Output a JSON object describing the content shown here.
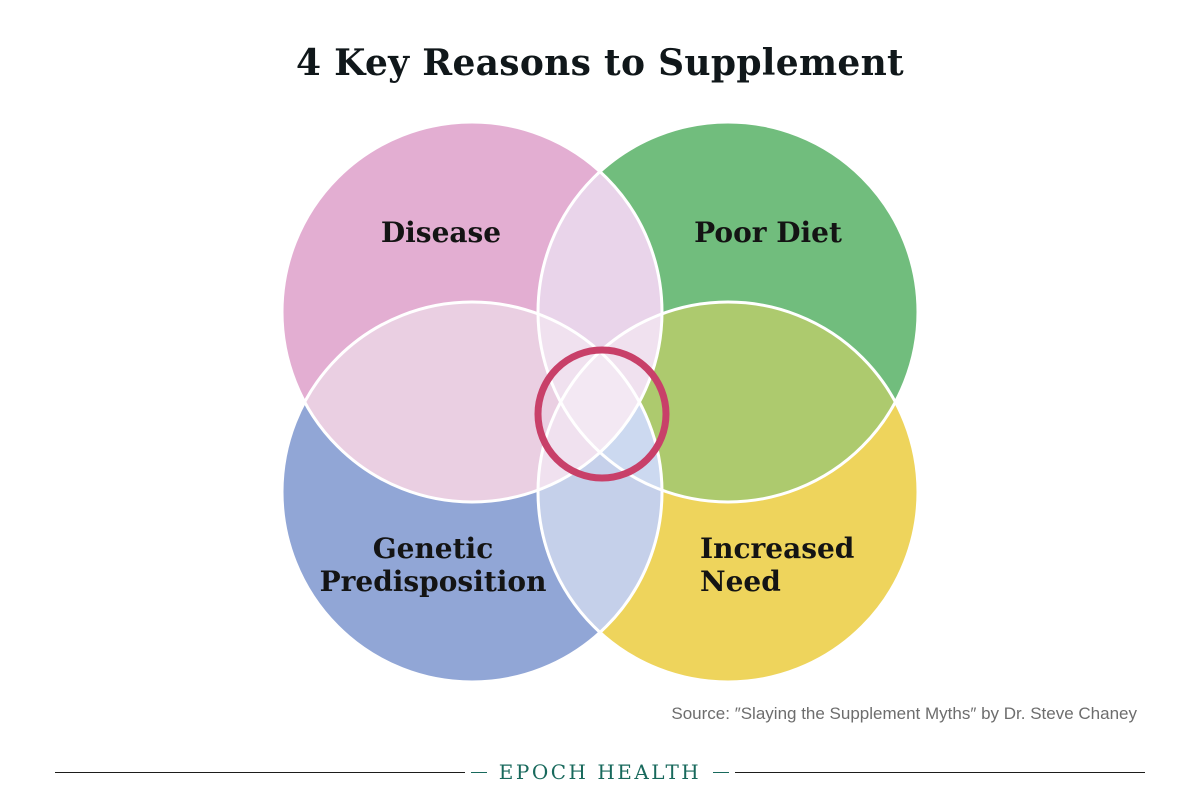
{
  "title": "4 Key Reasons to Supplement",
  "venn": {
    "labels": {
      "disease": "Disease",
      "poor_diet": "Poor Diet",
      "genetic_predisposition": "Genetic\nPredisposition",
      "increased_need": "Increased\nNeed"
    },
    "colors": {
      "disease": "#E3AED2",
      "poor_diet": "#71BD7D",
      "genetic_predisposition": "#91A6D6",
      "increased_need": "#EED45C",
      "overlap_top": "#E9D4EA",
      "overlap_left": "#EACFE2",
      "overlap_right": "#ADCA6E",
      "overlap_bottom": "#C5D0EA",
      "overlap_triple_light": "#F0E1EF",
      "overlap_triple_blue": "#CCD9F0",
      "overlap_center": "#F3E8F3",
      "circle_outline": "#FFFFFF",
      "highlight_ring": "#C84069"
    }
  },
  "source_note": "Source: ″Slaying the Supplement Myths″ by Dr. Steve Chaney",
  "footer": {
    "brand": "EPOCH HEALTH",
    "accent_color": "#18695C",
    "rule_color": "#1D1D1B"
  }
}
